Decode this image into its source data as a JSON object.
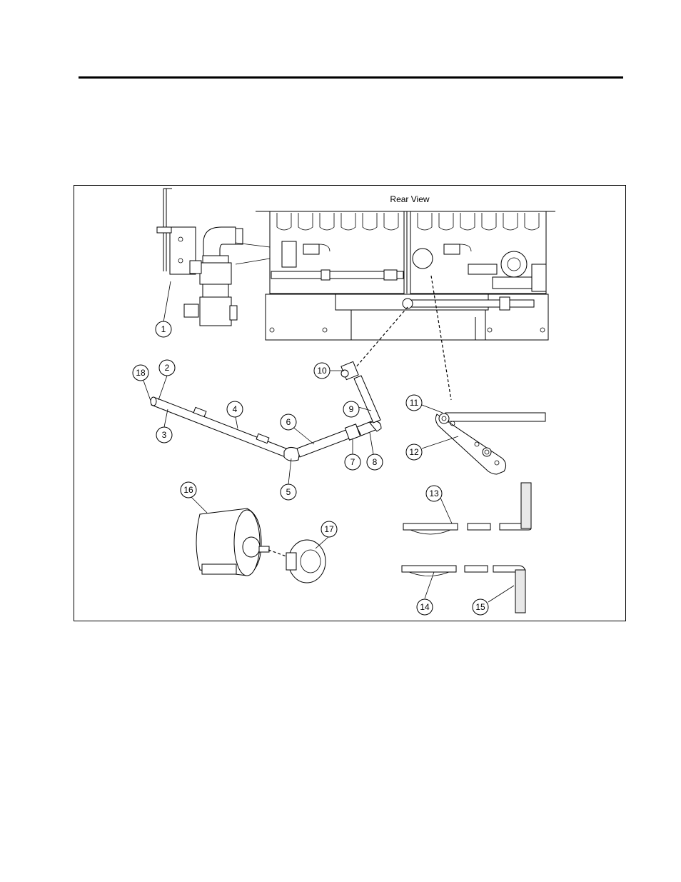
{
  "figure": {
    "view_label": "Rear View",
    "callouts": [
      "1",
      "2",
      "3",
      "4",
      "5",
      "6",
      "7",
      "8",
      "9",
      "10",
      "11",
      "12",
      "13",
      "14",
      "15",
      "16",
      "17",
      "18"
    ]
  }
}
